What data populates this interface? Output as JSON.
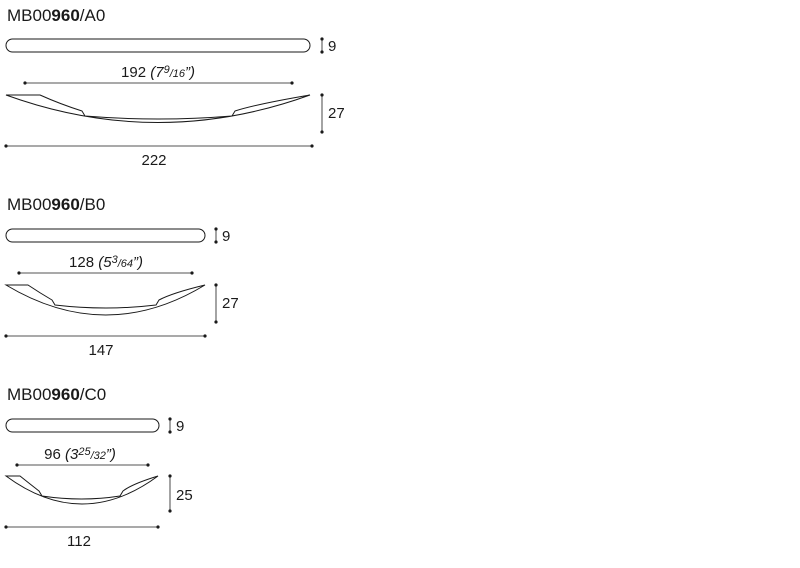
{
  "models": [
    {
      "code_prefix": "MB00",
      "code_bold": "960",
      "code_suffix": "/A0",
      "thickness": "9",
      "center_distance": "192",
      "inch_open": "(7",
      "inch_num": "9",
      "inch_den": "/16",
      "inch_close": "”)",
      "height": "27",
      "length": "222"
    },
    {
      "code_prefix": "MB00",
      "code_bold": "960",
      "code_suffix": "/B0",
      "thickness": "9",
      "center_distance": "128",
      "inch_open": "(5",
      "inch_num": "3",
      "inch_den": "/64",
      "inch_close": "”)",
      "height": "27",
      "length": "147"
    },
    {
      "code_prefix": "MB00",
      "code_bold": "960",
      "code_suffix": "/C0",
      "thickness": "9",
      "center_distance": "96",
      "inch_open": "(3",
      "inch_num": "25",
      "inch_den": "/32",
      "inch_close": "”)",
      "height": "25",
      "length": "112"
    }
  ]
}
